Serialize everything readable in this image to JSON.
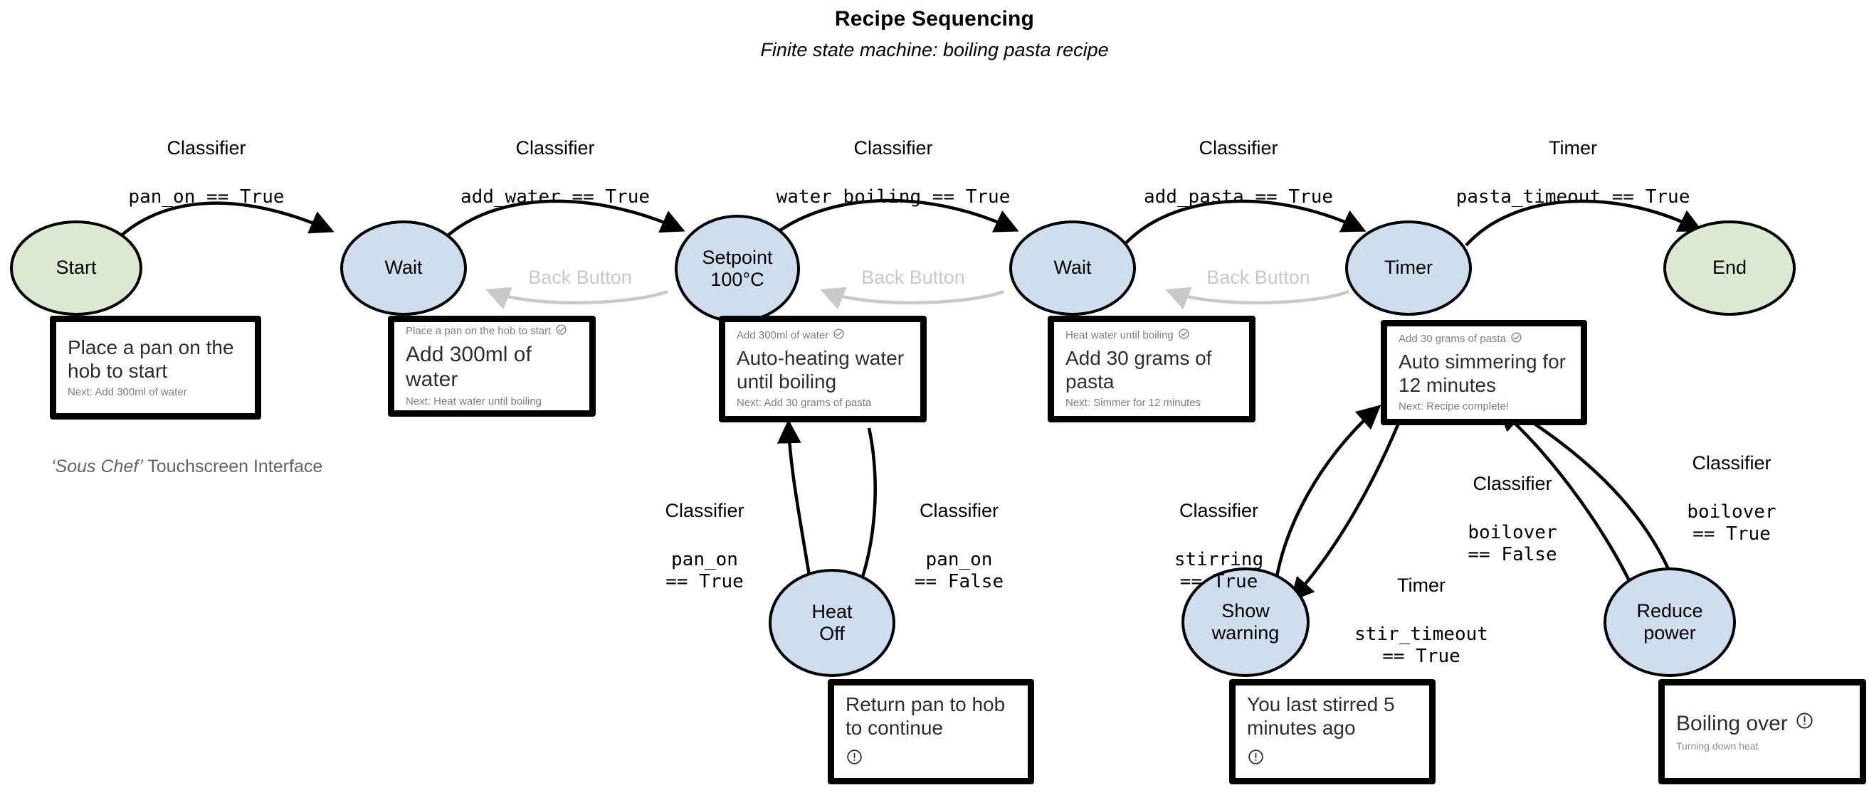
{
  "header": {
    "title": "Recipe Sequencing",
    "subtitle": "Finite state machine: boiling pasta recipe"
  },
  "caption": {
    "emphasis": "‘Sous Chef’",
    "rest": " Touchscreen Interface"
  },
  "colors": {
    "terminal_fill": "#dbe9d1",
    "state_fill": "#cfdeee",
    "stroke": "#000000",
    "back_edge": "#c9c9c9",
    "card_border": "#000000",
    "card_muted_text": "#7b7f83"
  },
  "nodes": [
    {
      "id": "start",
      "label": "Start",
      "kind": "terminal"
    },
    {
      "id": "wait1",
      "label": "Wait",
      "kind": "state"
    },
    {
      "id": "setpoint",
      "label": "Setpoint\n100°C",
      "line1": "Setpoint",
      "line2": "100°C",
      "kind": "state"
    },
    {
      "id": "wait2",
      "label": "Wait",
      "kind": "state"
    },
    {
      "id": "timer",
      "label": "Timer",
      "kind": "state"
    },
    {
      "id": "end",
      "label": "End",
      "kind": "terminal"
    },
    {
      "id": "heatoff",
      "label": "Heat\nOff",
      "line1": "Heat",
      "line2": "Off",
      "kind": "state"
    },
    {
      "id": "showwarning",
      "label": "Show\nwarning",
      "line1": "Show",
      "line2": "warning",
      "kind": "state"
    },
    {
      "id": "reducepower",
      "label": "Reduce\npower",
      "line1": "Reduce",
      "line2": "power",
      "kind": "state"
    }
  ],
  "edges": [
    {
      "id": "e1",
      "from": "start",
      "to": "wait1",
      "kind": "Classifier",
      "condition": "pan_on == True"
    },
    {
      "id": "e2",
      "from": "wait1",
      "to": "setpoint",
      "kind": "Classifier",
      "condition": "add_water == True"
    },
    {
      "id": "e3",
      "from": "setpoint",
      "to": "wait2",
      "kind": "Classifier",
      "condition": "water_boiling == True"
    },
    {
      "id": "e4",
      "from": "wait2",
      "to": "timer",
      "kind": "Classifier",
      "condition": "add_pasta == True"
    },
    {
      "id": "e5",
      "from": "timer",
      "to": "end",
      "kind": "Timer",
      "condition": "pasta_timeout == True"
    },
    {
      "id": "b1",
      "from": "setpoint",
      "to": "wait1",
      "kind": "",
      "condition": "",
      "label": "Back Button",
      "style": "back"
    },
    {
      "id": "b2",
      "from": "wait2",
      "to": "setpoint",
      "kind": "",
      "condition": "",
      "label": "Back Button",
      "style": "back"
    },
    {
      "id": "b3",
      "from": "timer",
      "to": "wait2",
      "kind": "",
      "condition": "",
      "label": "Back Button",
      "style": "back"
    },
    {
      "id": "e6",
      "from": "heatoff",
      "to": "setpoint",
      "kind": "Classifier",
      "condition": "pan_on\n== True"
    },
    {
      "id": "e7",
      "from": "setpoint",
      "to": "heatoff",
      "kind": "Classifier",
      "condition": "pan_on\n== False"
    },
    {
      "id": "e8",
      "from": "showwarning",
      "to": "timer",
      "kind": "Classifier",
      "condition": "stirring\n== True"
    },
    {
      "id": "e9",
      "from": "timer",
      "to": "showwarning",
      "kind": "Timer",
      "condition": "stir_timeout\n== True"
    },
    {
      "id": "e10",
      "from": "reducepower",
      "to": "timer",
      "kind": "Classifier",
      "condition": "boilover\n== False"
    },
    {
      "id": "e11",
      "from": "timer",
      "to": "reducepower",
      "kind": "Classifier",
      "condition": "boilover\n== True"
    }
  ],
  "edge_labels": [
    {
      "id": "l1",
      "kind": "Classifier",
      "cond": "pan_on == True"
    },
    {
      "id": "l2",
      "kind": "Classifier",
      "cond": "add_water == True"
    },
    {
      "id": "l3",
      "kind": "Classifier",
      "cond": "water_boiling == True"
    },
    {
      "id": "l4",
      "kind": "Classifier",
      "cond": "add_pasta == True"
    },
    {
      "id": "l5",
      "kind": "Timer",
      "cond": "pasta_timeout == True"
    },
    {
      "id": "l6",
      "kind": "Classifier",
      "cond": "pan_on\n== True"
    },
    {
      "id": "l7",
      "kind": "Classifier",
      "cond": "pan_on\n== False"
    },
    {
      "id": "l8",
      "kind": "Classifier",
      "cond": "stirring\n== True"
    },
    {
      "id": "l9",
      "kind": "Timer",
      "cond": "stir_timeout\n== True"
    },
    {
      "id": "l10",
      "kind": "Classifier",
      "cond": "boilover\n== False"
    },
    {
      "id": "l11",
      "kind": "Classifier",
      "cond": "boilover\n== True"
    }
  ],
  "back_labels": [
    {
      "id": "bl1",
      "text": "Back Button"
    },
    {
      "id": "bl2",
      "text": "Back Button"
    },
    {
      "id": "bl3",
      "text": "Back Button"
    }
  ],
  "cards": [
    {
      "id": "card-start",
      "attached_to": "start",
      "previous": "",
      "previous_status": "",
      "message": "Place a pan on the hob to start",
      "next": "Next: Add 300ml of water",
      "sub": "",
      "status_icon": ""
    },
    {
      "id": "card-wait1",
      "attached_to": "wait1",
      "previous": "Place a pan on the hob to start",
      "previous_status": "check-circle-icon",
      "message": "Add 300ml of water",
      "next": "Next: Heat water until boiling",
      "sub": "",
      "status_icon": ""
    },
    {
      "id": "card-setpoint",
      "attached_to": "setpoint",
      "previous": "Add 300ml of water",
      "previous_status": "check-circle-icon",
      "message": "Auto-heating water until boiling",
      "next": "Next: Add 30 grams of pasta",
      "sub": "",
      "status_icon": ""
    },
    {
      "id": "card-wait2",
      "attached_to": "wait2",
      "previous": "Heat water until boiling",
      "previous_status": "check-circle-icon",
      "message": "Add 30 grams of pasta",
      "next": "Next: Simmer for 12 minutes",
      "sub": "",
      "status_icon": ""
    },
    {
      "id": "card-timer",
      "attached_to": "timer",
      "previous": "Add 30 grams of pasta",
      "previous_status": "check-circle-icon",
      "message": "Auto simmering for 12 minutes",
      "next": "Next: Recipe complete!",
      "sub": "",
      "status_icon": ""
    },
    {
      "id": "card-heatoff",
      "attached_to": "heatoff",
      "previous": "",
      "previous_status": "",
      "message": "Return pan to hob to continue",
      "next": "",
      "sub": "",
      "status_icon": "alert-circle-icon"
    },
    {
      "id": "card-showwarning",
      "attached_to": "showwarning",
      "previous": "",
      "previous_status": "",
      "message": "You last stirred 5 minutes ago",
      "next": "",
      "sub": "",
      "status_icon": "alert-circle-icon"
    },
    {
      "id": "card-reducepower",
      "attached_to": "reducepower",
      "previous": "",
      "previous_status": "",
      "message": "Boiling over",
      "next": "",
      "sub": "Turning down heat",
      "status_icon": "alert-circle-icon"
    }
  ]
}
